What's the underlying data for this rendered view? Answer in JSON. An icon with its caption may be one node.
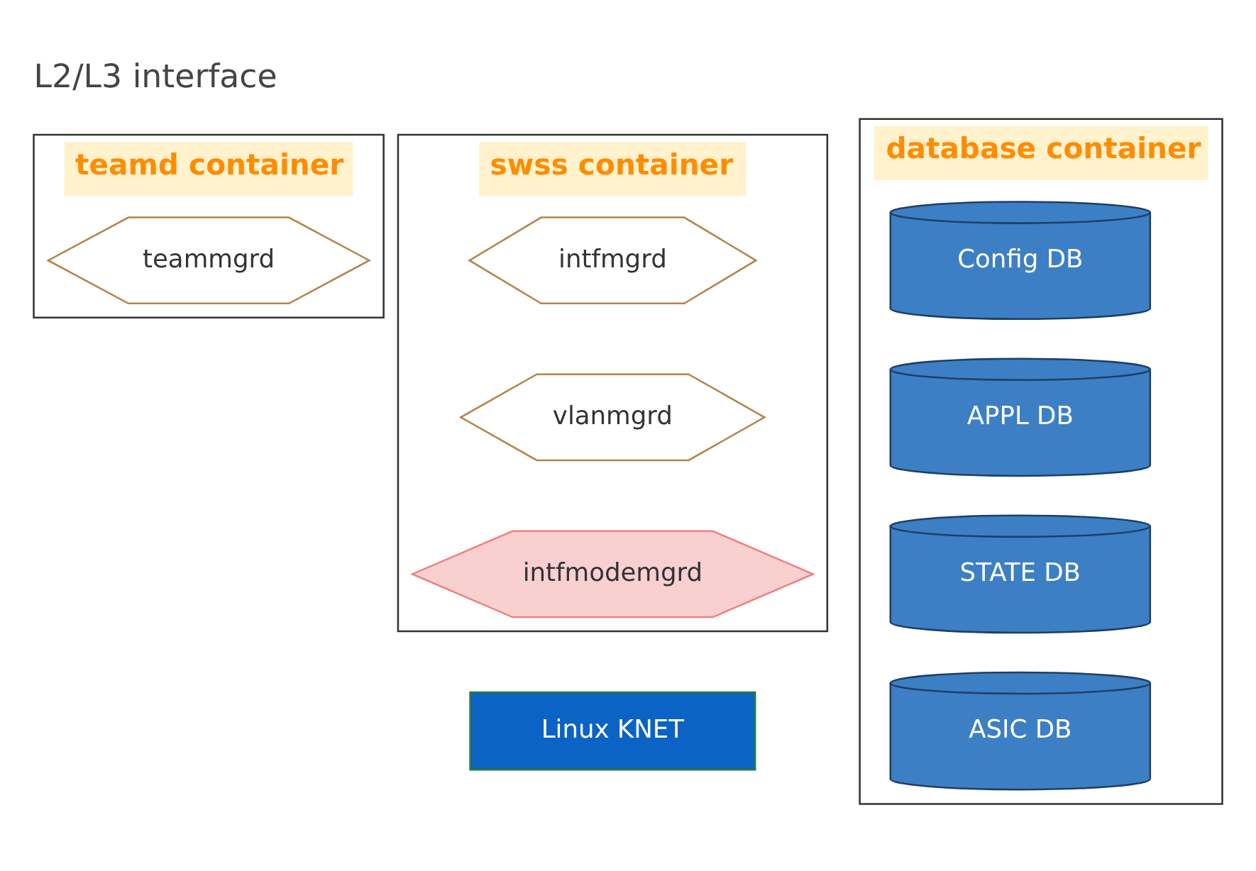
{
  "diagram": {
    "title": "L2/L3 interface",
    "nodes": [
      {
        "text": [
          "teamd container"
        ]
      },
      {
        "text": [
          "teammgrd"
        ],
        "in": 0
      },
      {
        "text": [
          "swss container"
        ]
      },
      {
        "text": [
          "intfmgrd"
        ],
        "in": 2
      },
      {
        "text": [
          "vlanmgrd"
        ],
        "in": 2
      },
      {
        "text": [
          "intfmodemgrd"
        ],
        "in": 2
      },
      {
        "text": [
          "Linux KNET"
        ]
      },
      {
        "text": [
          "database container"
        ]
      },
      {
        "text": [
          "Config DB"
        ],
        "in": 7
      },
      {
        "text": [
          "APPL DB"
        ],
        "in": 7
      },
      {
        "text": [
          "STATE DB"
        ],
        "in": 7
      },
      {
        "text": [
          "ASIC DB"
        ],
        "in": 7
      }
    ],
    "edges": []
  }
}
